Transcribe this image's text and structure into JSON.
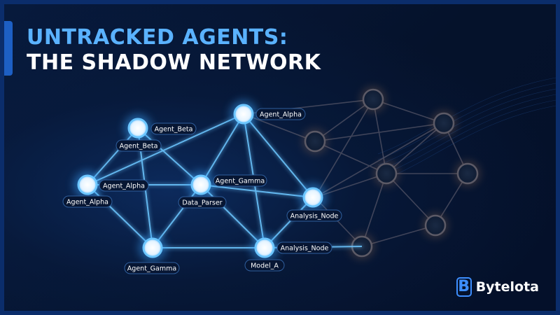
{
  "title": {
    "line1": "UNTRACKED AGENTS:",
    "line2": "THE SHADOW NETWORK"
  },
  "nodes": [
    {
      "id": "n1",
      "label": "Agent_Beta"
    },
    {
      "id": "n2",
      "label": "Agent_Beta"
    },
    {
      "id": "n3",
      "label": "Agent_Alpha"
    },
    {
      "id": "n4",
      "label": "Agent_Alpha"
    },
    {
      "id": "n5",
      "label": "Agent_Alpha"
    },
    {
      "id": "n6",
      "label": "Agent_Gamma"
    },
    {
      "id": "n7",
      "label": "Data_Parser"
    },
    {
      "id": "n8",
      "label": "Analysis_Node"
    },
    {
      "id": "n9",
      "label": "Agent_Gamma"
    },
    {
      "id": "n10",
      "label": "Model_A"
    },
    {
      "id": "n11",
      "label": "Analysis_Node"
    }
  ],
  "brand": {
    "name": "Bytelota",
    "icon": "bytelota-b-logo-icon",
    "accent_color": "#3d8eff"
  },
  "colors": {
    "title_accent": "#5ab2ff",
    "node_glow": "#6cc6ff",
    "shadow_node": "#8a6a55"
  }
}
